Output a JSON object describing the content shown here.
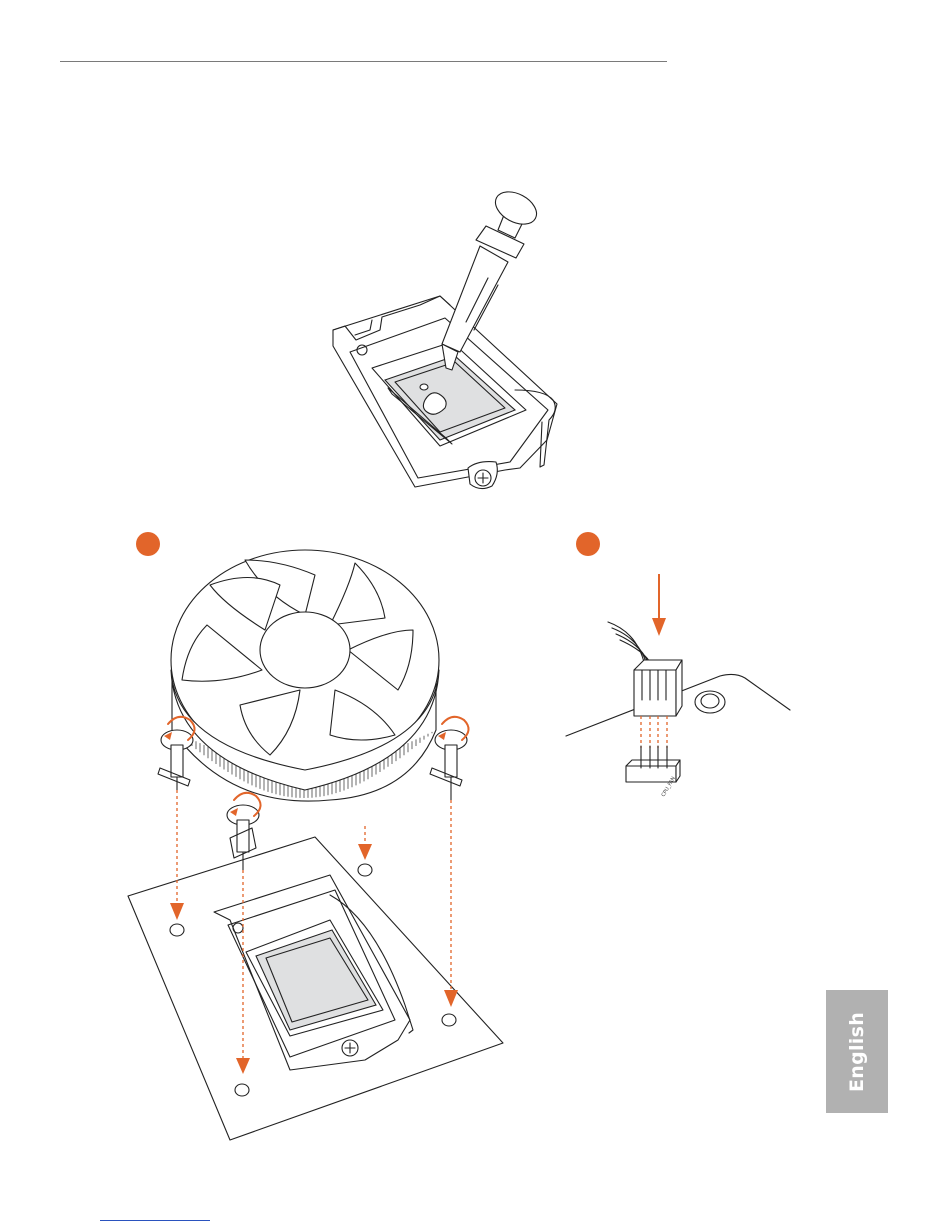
{
  "page": {
    "language_tab": "English",
    "colors": {
      "accent": "#e2652a",
      "tab": "#b1b1b1",
      "rule": "#7a7a7a",
      "link": "#2a52be"
    }
  },
  "figures": [
    {
      "name": "thermal-paste-application"
    },
    {
      "name": "cooler-installation",
      "marker_color": "#e2652a"
    },
    {
      "name": "fan-cable-connection",
      "marker_color": "#e2652a",
      "header_label": "CPU_FAN"
    }
  ]
}
